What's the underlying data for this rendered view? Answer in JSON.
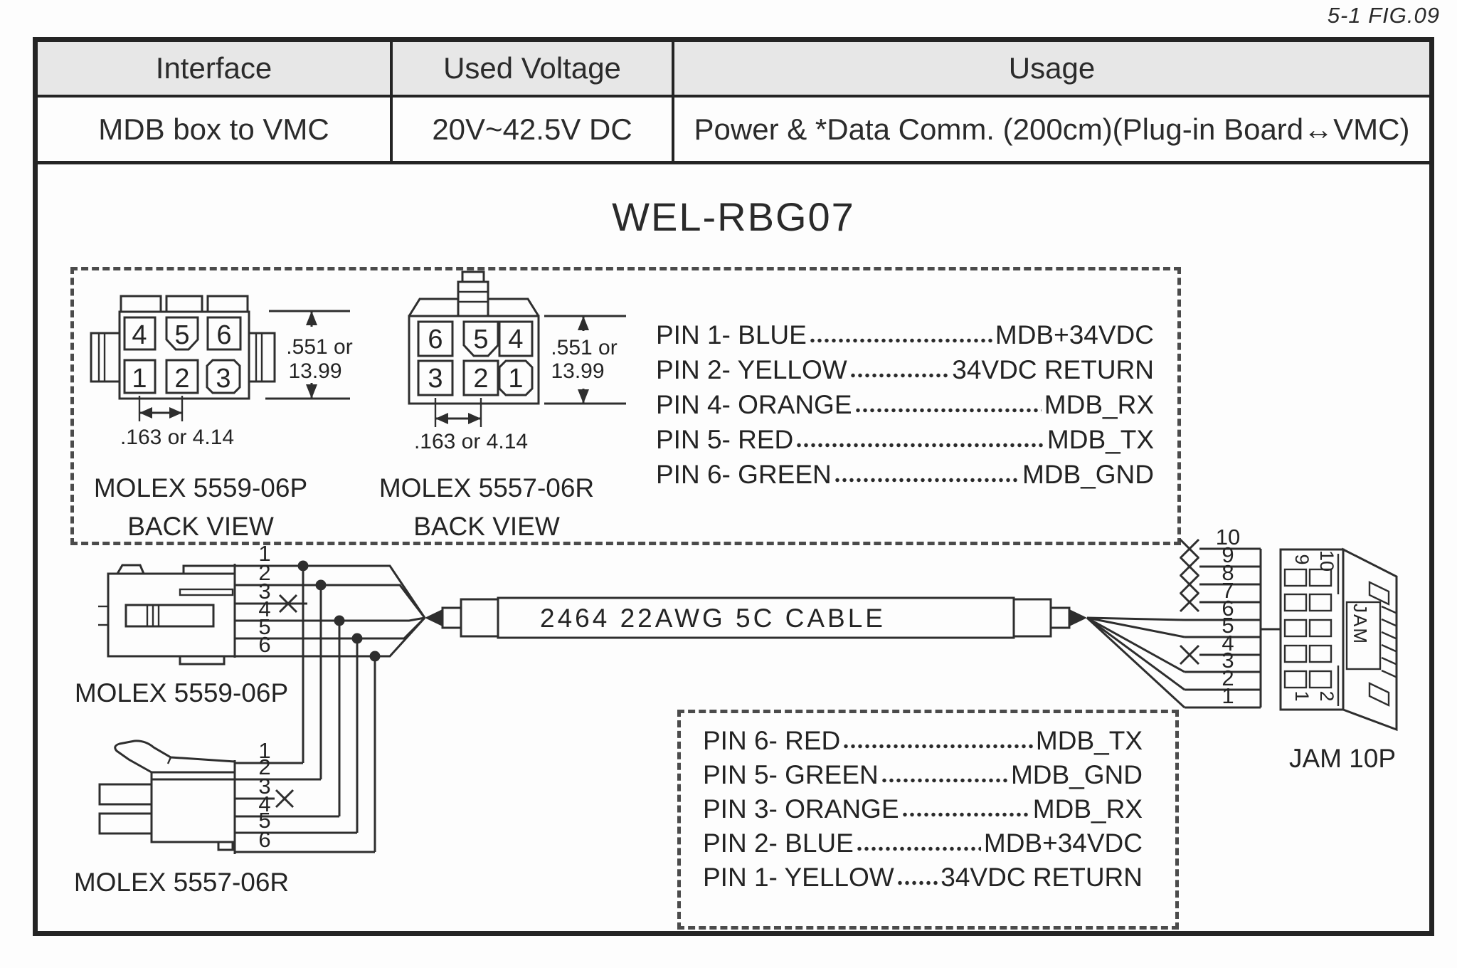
{
  "fig_label": "5-1 FIG.09",
  "table": {
    "headers": [
      "Interface",
      "Used Voltage",
      "Usage"
    ],
    "row": [
      "MDB box to VMC",
      "20V~42.5V DC",
      "Power & *Data Comm. (200cm)(Plug-in Board↔VMC)"
    ]
  },
  "title": "WEL-RBG07",
  "back_views": {
    "left": {
      "pins_top": [
        "4",
        "5",
        "6"
      ],
      "pins_bottom": [
        "1",
        "2",
        "3"
      ],
      "dim_v1": ".551 or",
      "dim_v2": "13.99",
      "dim_h": ".163 or 4.14",
      "name": "MOLEX 5559-06P",
      "view": "BACK VIEW"
    },
    "right": {
      "pins_top": [
        "6",
        "5",
        "4"
      ],
      "pins_bottom": [
        "3",
        "2",
        "1"
      ],
      "dim_v1": ".551 or",
      "dim_v2": "13.99",
      "dim_h": ".163 or 4.14",
      "name": "MOLEX 5557-06R",
      "view": "BACK VIEW"
    }
  },
  "mdb_pin_list": [
    {
      "pin": "PIN 1- BLUE",
      "signal": "MDB+34VDC"
    },
    {
      "pin": "PIN 2- YELLOW",
      "signal": "34VDC RETURN"
    },
    {
      "pin": "PIN 4- ORANGE",
      "signal": "MDB_RX"
    },
    {
      "pin": "PIN 5- RED",
      "signal": "MDB_TX"
    },
    {
      "pin": "PIN 6- GREEN",
      "signal": "MDB_GND"
    }
  ],
  "wiring": {
    "plug_label": "MOLEX 5559-06P",
    "receptacle_label": "MOLEX 5557-06R",
    "plug_wires": [
      "1",
      "2",
      "3",
      "4",
      "5",
      "6"
    ],
    "receptacle_wires": [
      "1",
      "2",
      "3",
      "4",
      "5",
      "6"
    ],
    "cable_label": "2464 22AWG 5C CABLE",
    "jam_wires": [
      "10",
      "9",
      "8",
      "7",
      "6",
      "5",
      "4",
      "3",
      "2",
      "1"
    ],
    "jam_face": {
      "top_left": "9",
      "top_right": "10",
      "bottom_left": "1",
      "bottom_right": "2"
    },
    "jam_side": "JAM",
    "jam_label": "JAM 10P"
  },
  "jam_pin_list": [
    {
      "pin": "PIN 6- RED",
      "signal": "MDB_TX"
    },
    {
      "pin": "PIN 5- GREEN",
      "signal": "MDB_GND"
    },
    {
      "pin": "PIN 3- ORANGE",
      "signal": "MDB_RX"
    },
    {
      "pin": "PIN 2- BLUE",
      "signal": "MDB+34VDC"
    },
    {
      "pin": "PIN 1- YELLOW",
      "signal": "34VDC RETURN"
    }
  ],
  "colors": {
    "ink": "#2e2e2e",
    "table_header_bg": "#e7e7e7",
    "dashed_border": "#4b4b4b",
    "background": "#ffffff"
  }
}
